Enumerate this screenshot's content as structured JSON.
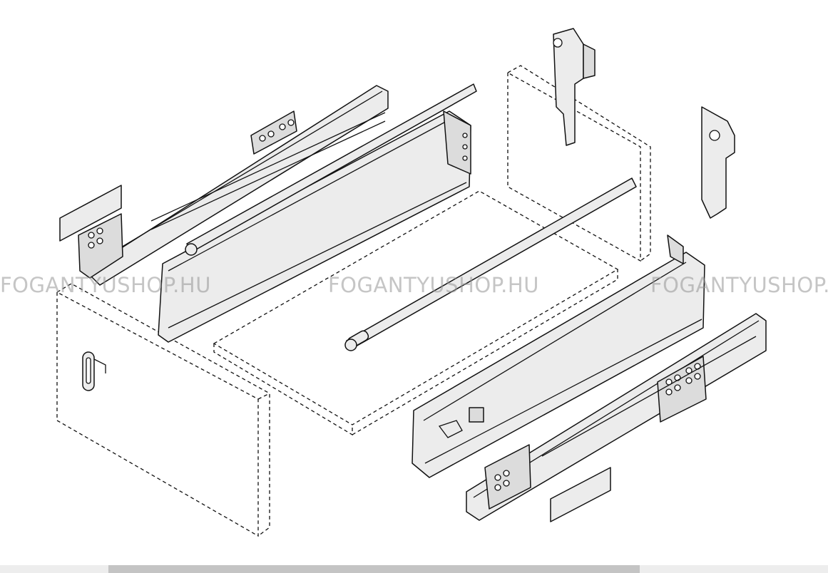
{
  "watermarks": [
    "FOGANTYUSHOP.HU",
    "FOGANTYUSHOP.HU",
    "FOGANTYUSHOP.HU"
  ],
  "colors": {
    "background": "#ffffff",
    "line": "#111111",
    "part_fill": "#ececec",
    "watermark": "#969696",
    "scrollbar_track": "#ededed",
    "scrollbar_thumb": "#c4c4c4"
  }
}
